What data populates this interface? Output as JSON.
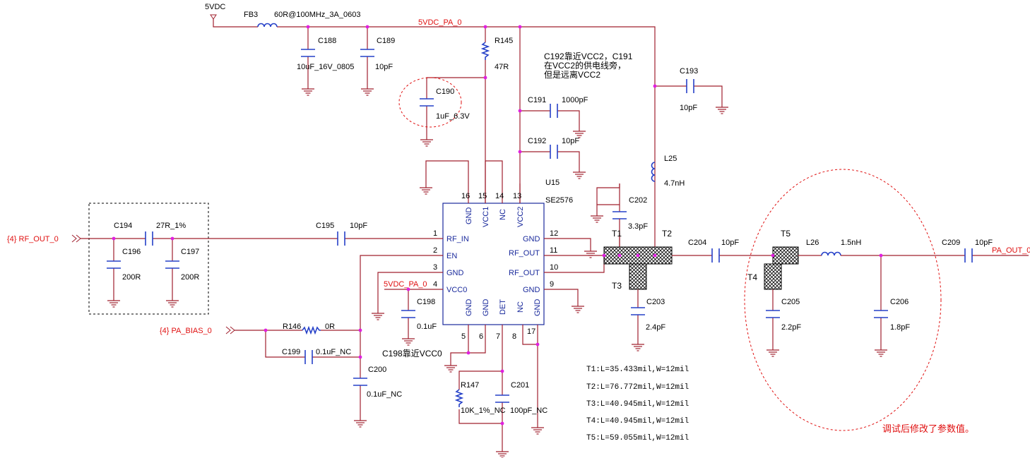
{
  "nets": {
    "vdc": "5VDC",
    "vdc_pa": "5VDC_PA_0",
    "vdc_pa_vcc0": "5VDC_PA_0",
    "rf_out": "{4}  RF_OUT_0",
    "pa_bias": "{4}  PA_BIAS_0",
    "pa_out": "PA_OUT_0"
  },
  "ic": {
    "ref": "U15",
    "part": "SE2576",
    "pins_top": [
      {
        "num": "16",
        "name": "GND"
      },
      {
        "num": "15",
        "name": "VCC1"
      },
      {
        "num": "14",
        "name": "NC"
      },
      {
        "num": "13",
        "name": "VCC2"
      }
    ],
    "pins_left": [
      {
        "num": "1",
        "name": "RF_IN"
      },
      {
        "num": "2",
        "name": "EN"
      },
      {
        "num": "3",
        "name": "GND"
      },
      {
        "num": "4",
        "name": "VCC0"
      }
    ],
    "pins_right": [
      {
        "num": "12",
        "name": "GND"
      },
      {
        "num": "11",
        "name": "RF_OUT"
      },
      {
        "num": "10",
        "name": "RF_OUT"
      },
      {
        "num": "9",
        "name": "GND"
      }
    ],
    "pins_bottom": [
      {
        "num": "5",
        "name": "GND"
      },
      {
        "num": "6",
        "name": "GND"
      },
      {
        "num": "7",
        "name": "DET"
      },
      {
        "num": "8",
        "name": "NC"
      },
      {
        "num": "17",
        "name": "GND"
      }
    ]
  },
  "components": {
    "fb3": {
      "ref": "FB3",
      "value": "60R@100MHz_3A_0603"
    },
    "c188": {
      "ref": "C188",
      "value": "10uF_16V_0805"
    },
    "c189": {
      "ref": "C189",
      "value": "10pF"
    },
    "r145": {
      "ref": "R145",
      "value": "47R"
    },
    "c190": {
      "ref": "C190",
      "value": "1uF_6.3V"
    },
    "c191": {
      "ref": "C191",
      "value": "1000pF"
    },
    "c192": {
      "ref": "C192",
      "value": "10pF"
    },
    "c193": {
      "ref": "C193",
      "value": "10pF"
    },
    "l25": {
      "ref": "L25",
      "value": "4.7nH"
    },
    "c194": {
      "ref": "C194",
      "value": "27R_1%"
    },
    "c196": {
      "ref": "C196",
      "value": "200R"
    },
    "c197": {
      "ref": "C197",
      "value": "200R"
    },
    "c195": {
      "ref": "C195",
      "value": "10pF"
    },
    "c202": {
      "ref": "C202",
      "value": "3.3pF"
    },
    "c203": {
      "ref": "C203",
      "value": "2.4pF"
    },
    "c204": {
      "ref": "C204",
      "value": "10pF"
    },
    "l26": {
      "ref": "L26",
      "value": "1.5nH"
    },
    "c209": {
      "ref": "C209",
      "value": "10pF"
    },
    "c205": {
      "ref": "C205",
      "value": "2.2pF"
    },
    "c206": {
      "ref": "C206",
      "value": "1.8pF"
    },
    "r146": {
      "ref": "R146",
      "value": "0R"
    },
    "c199": {
      "ref": "C199",
      "value": "0.1uF_NC"
    },
    "c200": {
      "ref": "C200",
      "value": "0.1uF_NC"
    },
    "c198": {
      "ref": "C198",
      "value": "0.1uF"
    },
    "r147": {
      "ref": "R147",
      "value": "10K_1%_NC"
    },
    "c201": {
      "ref": "C201",
      "value": "100pF_NC"
    }
  },
  "tlines": {
    "t1": "T1",
    "t2": "T2",
    "t3": "T3",
    "t4": "T4",
    "t5": "T5"
  },
  "notes": {
    "vcc2_line1": "C192靠近VCC2，C191",
    "vcc2_line2": "在VCC2的供电线旁，",
    "vcc2_line3": "但是远离VCC2",
    "c198": "C198靠近VCC0",
    "tuned": "调试后修改了参数值。"
  },
  "tline_specs": [
    "T1:L=35.433mil,W=12mil",
    "T2:L=76.772mil,W=12mil",
    "T3:L=40.945mil,W=12mil",
    "T4:L=40.945mil,W=12mil",
    "T5:L=59.055mil,W=12mil"
  ]
}
